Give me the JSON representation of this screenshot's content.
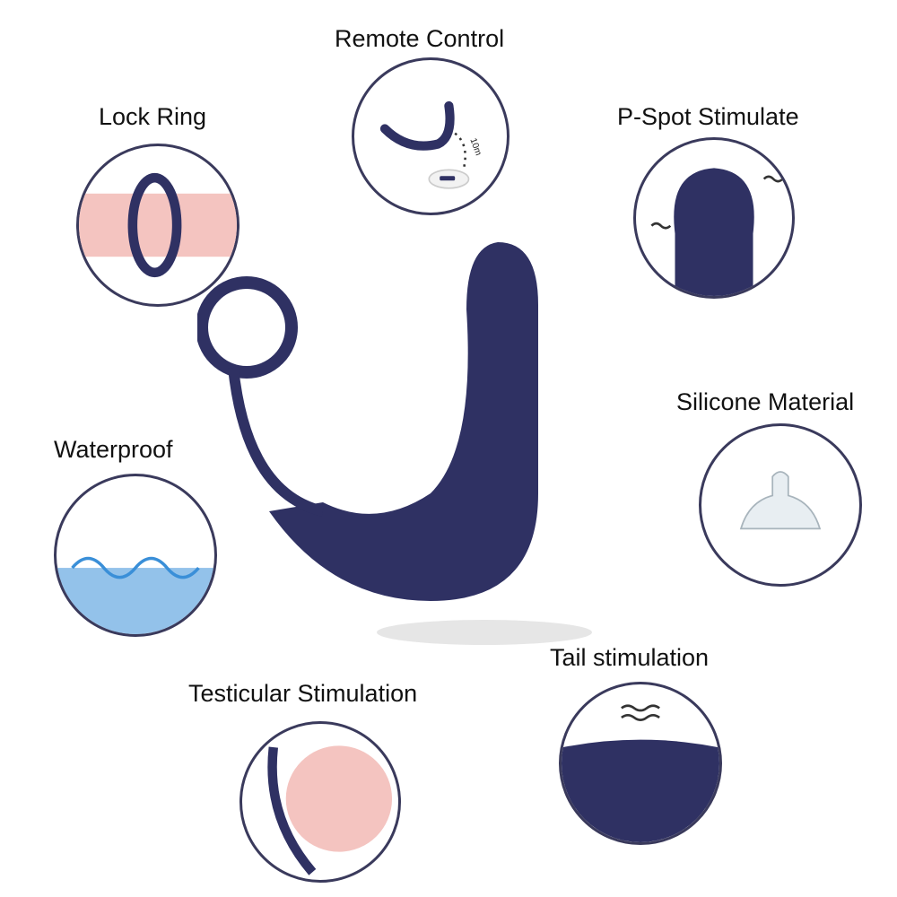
{
  "infographic": {
    "colors": {
      "product": "#2f3163",
      "skin": "#f4c4c0",
      "outline": "#3a3a5c",
      "remote": "#f2f2f2",
      "water": "#3a8fd8"
    },
    "features": [
      {
        "id": "remote-control",
        "label": "Remote Control",
        "annotation": "10m"
      },
      {
        "id": "lock-ring",
        "label": "Lock Ring"
      },
      {
        "id": "p-spot",
        "label": "P-Spot Stimulate"
      },
      {
        "id": "silicone",
        "label": "Silicone Material"
      },
      {
        "id": "waterproof",
        "label": "Waterproof"
      },
      {
        "id": "tail",
        "label": "Tail stimulation"
      },
      {
        "id": "testicular",
        "label": "Testicular Stimulation"
      }
    ]
  }
}
